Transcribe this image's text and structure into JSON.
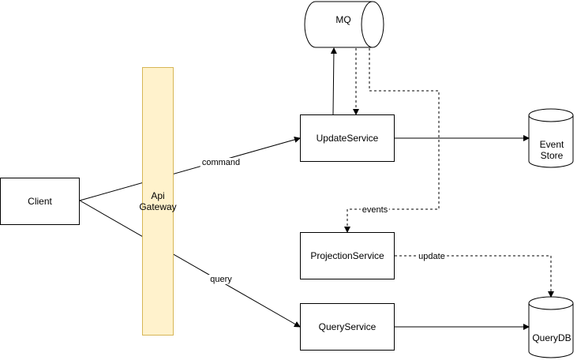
{
  "nodes": {
    "client": "Client",
    "gateway_line1": "Api",
    "gateway_line2": "Gateway",
    "update_service": "UpdateService",
    "projection_service": "ProjectionService",
    "query_service": "QueryService",
    "mq": "MQ",
    "event_store_line1": "Event",
    "event_store_line2": "Store",
    "query_db": "QueryDB"
  },
  "edges": {
    "command": "command",
    "query": "query",
    "events": "events",
    "update": "update"
  },
  "colors": {
    "gateway_fill": "#fff2cc",
    "gateway_stroke": "#d6b656",
    "line": "#000000"
  }
}
